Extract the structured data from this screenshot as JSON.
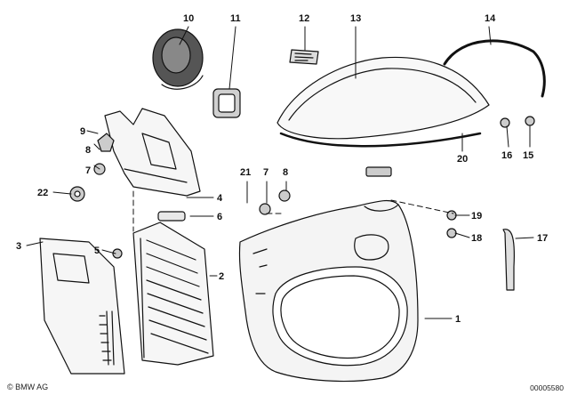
{
  "diagram": {
    "callouts": [
      "1",
      "2",
      "3",
      "4",
      "5",
      "6",
      "7",
      "7",
      "8",
      "8",
      "9",
      "10",
      "11",
      "12",
      "13",
      "14",
      "15",
      "16",
      "17",
      "18",
      "19",
      "20",
      "21",
      "22"
    ]
  },
  "footer": {
    "copyright": "© BMW AG",
    "doc_number": "00005580"
  }
}
